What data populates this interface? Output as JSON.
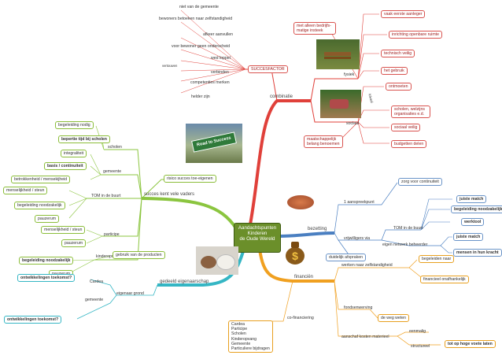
{
  "center": {
    "line1": "Aandachtspunten",
    "line2": "Kinderen",
    "line3": "de Oude Wereld"
  },
  "branches": {
    "combinatie": "combinatie",
    "succesfactor": "SUCCESFACTOR",
    "bezetting": "bezetting",
    "financien": "financiën",
    "gedeeld": "gedeeld eigenaarschap",
    "succes": "succes kent vele vaders"
  },
  "succes_list": [
    "niet van de gemeente",
    "bewoners betoeken naar zelfstandigheid",
    "afkeer aanvullen",
    "voor bewoner geen onderscheid",
    "wed loppel",
    "vertouwen",
    "verbinden",
    "competenties merken",
    "helder zijn"
  ],
  "combinatie": {
    "left_box": "met alleen bedrijfs-matige insteek",
    "fysiek": "fysiek",
    "sociaal": "sociaal",
    "lokaal": "lokaal",
    "fysiek_items": [
      "vaak eerste aanleger",
      "inrichting openbare ruimte",
      "technisch veilig",
      "het gebruik"
    ],
    "sociaal_items": [
      "ontmoeten",
      "scholen, welzijns organisaties e.d.",
      "sociaal veilig",
      "budgetten delen"
    ],
    "maatschap": "maatschappelijk belang benoemen"
  },
  "left_green": {
    "scholen": "scholen",
    "begeleiding": "begeleiding nodig",
    "bepertie": "bepertie tijd bij scholen",
    "gemeente": "gemeente",
    "integraliteit": "integraliteit",
    "basis": "basis / continuiteit",
    "betrokkenheid": "betrokkenheid / mensekijheid",
    "tom": "TOM in de buurt",
    "mensel": "menselijkheid / steun",
    "begeleiding_n": "begeleiding noodzakelijk",
    "pauzerum": "pauzerum",
    "risico": "risico succes toe-eigenen",
    "participe": "participe",
    "mens2": "menselijkheid / steun",
    "pauze2": "pauzerum",
    "kinderopvang": "kinderopvang",
    "begel_k": "begeleiding noodzakelijk",
    "pauze3": "pauzerum",
    "gebruik": "gebruik van de producten"
  },
  "bezetting": {
    "aanspreekpunt": "1 aanspreekpunt",
    "zorg": "zorg voor continuiteit",
    "vrijwilligers": "vrijwilligers via",
    "tom": "TOM in de buurt",
    "juiste": "juiste match",
    "begel": "begeleiding noodzakelijk",
    "werktool": "werktool",
    "netwerk": "eigen netwerk beheerder",
    "juiste2": "juiste match",
    "mensen": "mensen in hun kracht",
    "duidelijk": "duidelijk afspraken"
  },
  "financien": {
    "werken": "werken naar zelfstandigheid",
    "begeleiden": "begeleiden naar",
    "financieel": "financieel onafhankelijk",
    "fondsenwerving": "fondsenwerving",
    "weg": "de weg weten",
    "aanschaf": "aanschaf kosten materieel",
    "eenmalig": "eenmalig",
    "structureel": "structureel",
    "hoge": "tot op hoge voete laten",
    "cofin": "co-financiering",
    "cofin_list": [
      "Cardea",
      "Participe",
      "Scholen",
      "Kinderopvang",
      "Gemeente",
      "Particuliere bijdragen"
    ]
  },
  "gedeeld": {
    "eigenaar": "eigenaar grond",
    "cardea": "Cardea",
    "ontw1": "ontwikkelingen toekomst?",
    "gemeente": "gemeente",
    "ontw2": "ontwikkelingen toekomst?"
  },
  "images": {
    "road_text": "Road to Success"
  },
  "colors": {
    "red": "#e0403a",
    "green": "#8bc53f",
    "blue": "#4a7fc1",
    "orange": "#f0a020",
    "cyan": "#35b6c4"
  }
}
